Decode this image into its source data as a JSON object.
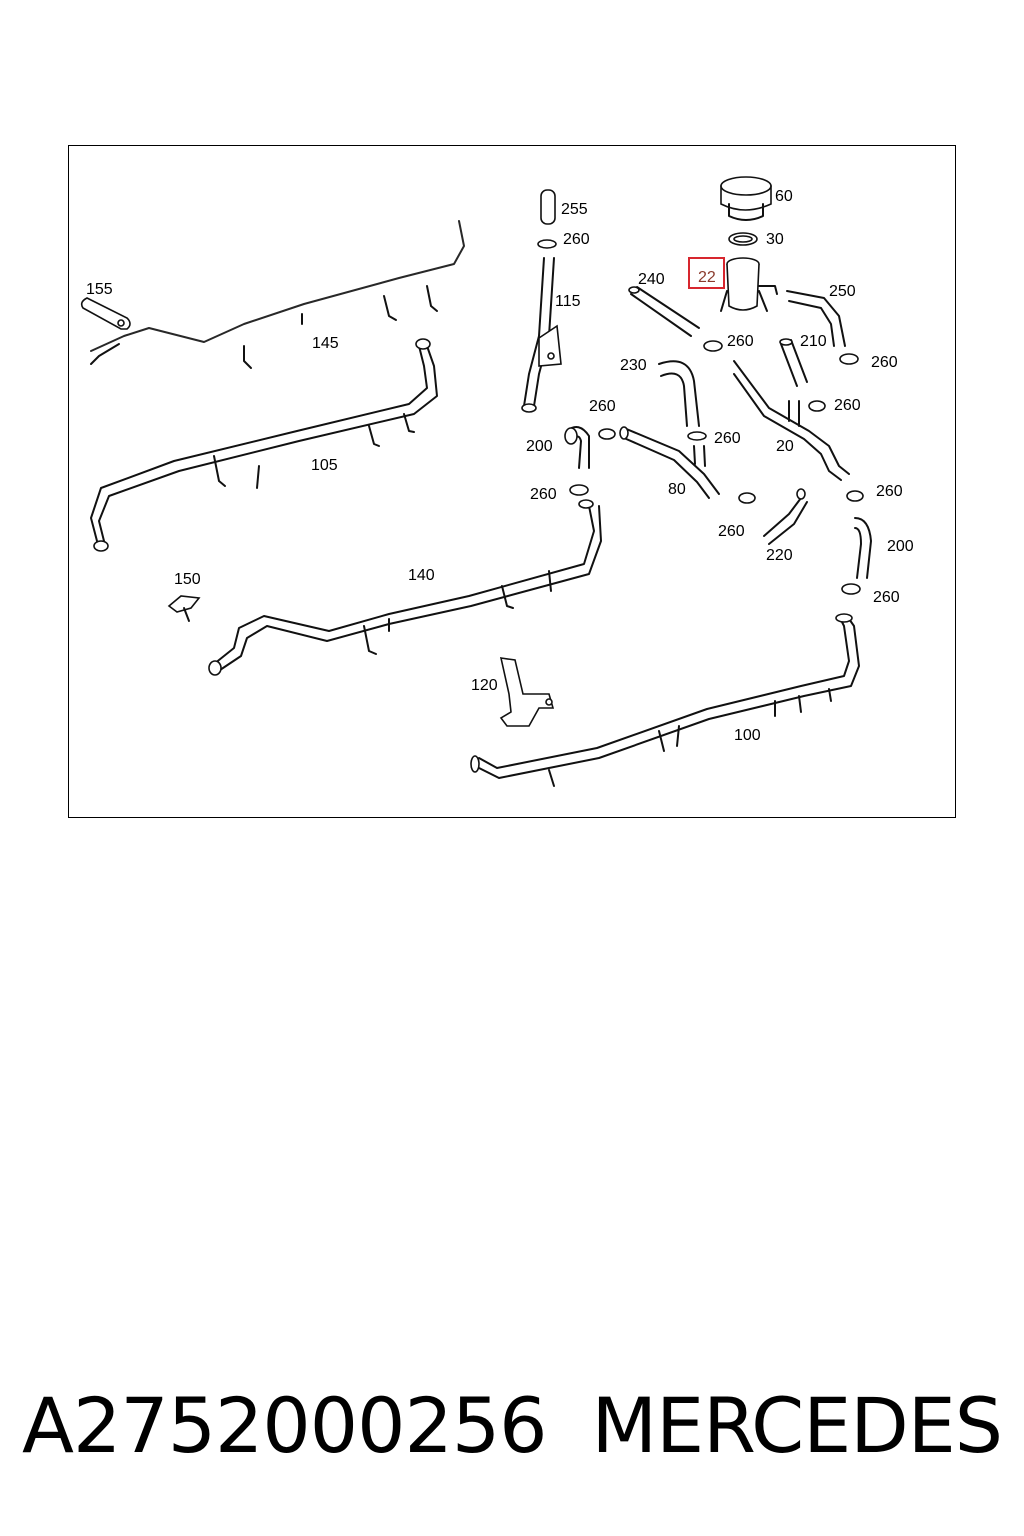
{
  "diagram": {
    "highlighted_part": "22",
    "callouts": {
      "c60": "60",
      "c30": "30",
      "c22": "22",
      "c255": "255",
      "c260a": "260",
      "c115": "115",
      "c240": "240",
      "c250": "250",
      "c155": "155",
      "c145": "145",
      "c260b": "260",
      "c210": "210",
      "c260c": "260",
      "c230": "230",
      "c260d": "260",
      "c260e": "260",
      "c200a": "200",
      "c260f": "260",
      "c20": "20",
      "c105": "105",
      "c260g": "260",
      "c80": "80",
      "c260h": "260",
      "c260i": "260",
      "c220": "220",
      "c200b": "200",
      "c150": "150",
      "c140": "140",
      "c260j": "260",
      "c120": "120",
      "c100": "100"
    }
  },
  "footer": {
    "part_number": "A2752000256",
    "brand": "MERCEDES"
  }
}
